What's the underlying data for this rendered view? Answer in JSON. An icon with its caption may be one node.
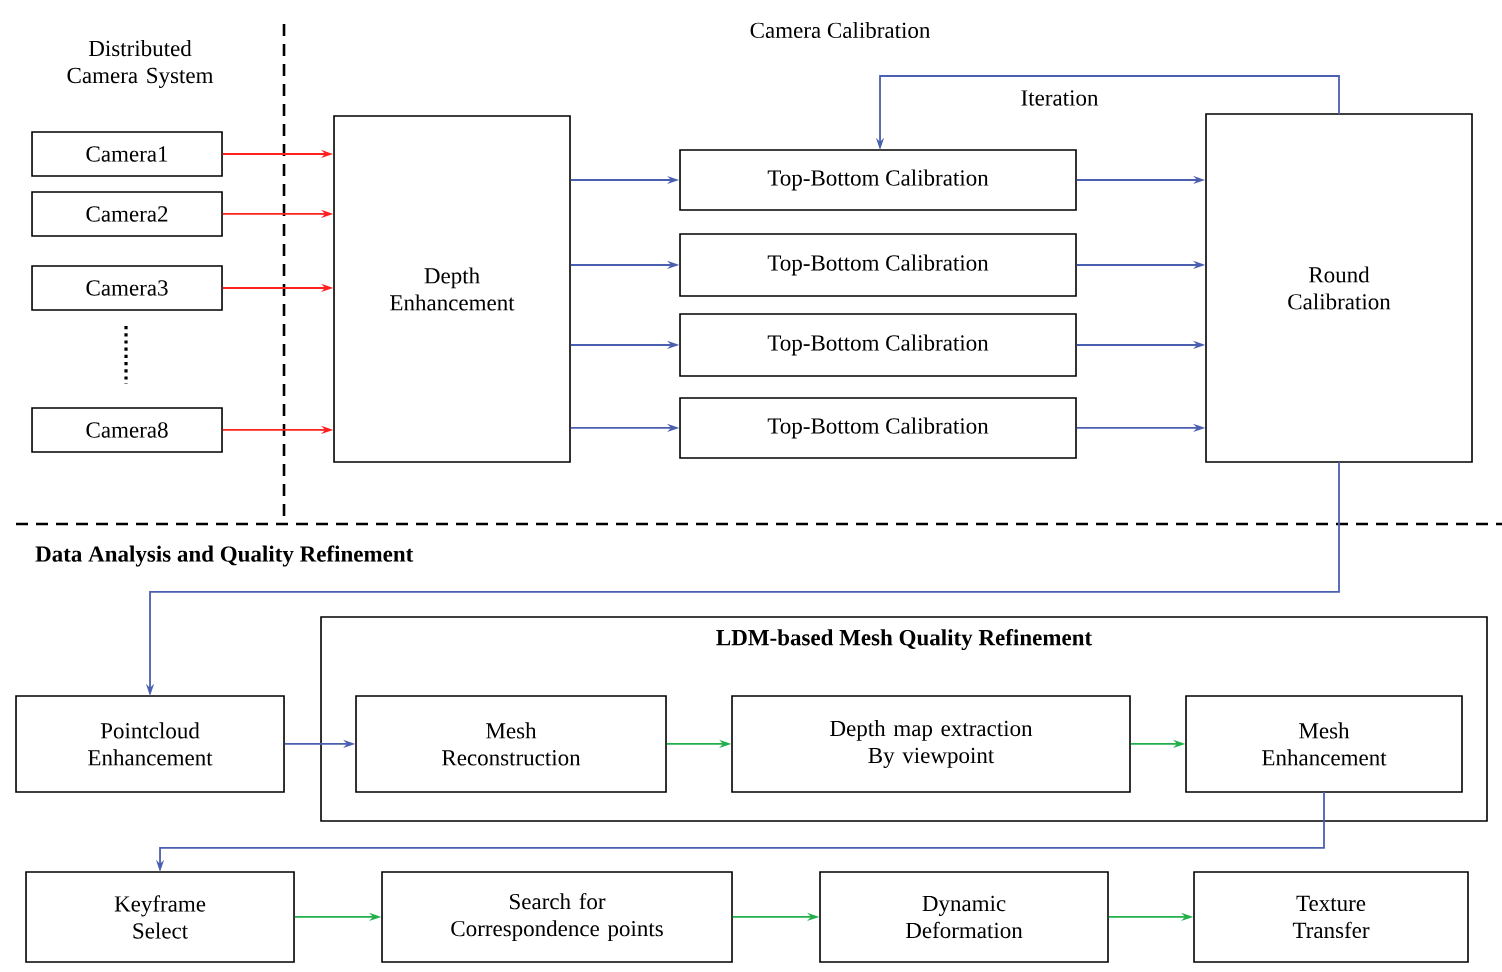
{
  "diagram": {
    "nodes": [
      {
        "text": [
          "Camera1"
        ]
      },
      {
        "text": [
          "Camera2"
        ]
      },
      {
        "text": [
          "Camera3"
        ]
      },
      {
        "text": [
          "Camera8"
        ]
      },
      {
        "text": [
          "Depth Enhancement"
        ]
      },
      {
        "text": [
          "Top-Bottom Calibration"
        ]
      },
      {
        "text": [
          "Top-Bottom Calibration"
        ]
      },
      {
        "text": [
          "Top-Bottom Calibration"
        ]
      },
      {
        "text": [
          "Top-Bottom Calibration"
        ]
      },
      {
        "text": [
          "Round Calibration"
        ]
      },
      {
        "text": [
          "Pointcloud Enhancement"
        ]
      },
      {
        "text": [
          "LDM-based Mesh Quality Refinement"
        ]
      },
      {
        "text": [
          "Mesh Reconstruction"
        ],
        "in": 11
      },
      {
        "text": [
          "Depth map extraction By viewpoint"
        ],
        "in": 11
      },
      {
        "text": [
          "Mesh Enhancement"
        ],
        "in": 11
      },
      {
        "text": [
          "Keyframe Select"
        ]
      },
      {
        "text": [
          "Search for Correspondence points"
        ]
      },
      {
        "text": [
          "Dynamic Deformation"
        ]
      },
      {
        "text": [
          "Texture Transfer"
        ]
      }
    ],
    "edges": [
      {
        "from": 0,
        "to": 4,
        "arrow": "to",
        "color": "#ff2020"
      },
      {
        "from": 1,
        "to": 4,
        "arrow": "to",
        "color": "#ff2020"
      },
      {
        "from": 2,
        "to": 4,
        "arrow": "to",
        "color": "#ff2020"
      },
      {
        "from": 3,
        "to": 4,
        "arrow": "to",
        "color": "#ff2020"
      },
      {
        "from": 4,
        "to": 5,
        "arrow": "to"
      },
      {
        "from": 4,
        "to": 6,
        "arrow": "to"
      },
      {
        "from": 4,
        "to": 7,
        "arrow": "to"
      },
      {
        "from": 4,
        "to": 8,
        "arrow": "to"
      },
      {
        "from": 5,
        "to": 9,
        "arrow": "to"
      },
      {
        "from": 6,
        "to": 9,
        "arrow": "to"
      },
      {
        "from": 7,
        "to": 9,
        "arrow": "to"
      },
      {
        "from": 8,
        "to": 9,
        "arrow": "to"
      },
      {
        "from": 9,
        "to": 5,
        "arrow": "to",
        "label": "Iteration"
      },
      {
        "from": 9,
        "to": 10,
        "arrow": "to"
      },
      {
        "from": 10,
        "to": 12,
        "arrow": "to"
      },
      {
        "from": 12,
        "to": 13,
        "arrow": "to",
        "color": "#22b04a"
      },
      {
        "from": 13,
        "to": 14,
        "arrow": "to",
        "color": "#22b04a"
      },
      {
        "from": 14,
        "to": 15,
        "arrow": "to"
      },
      {
        "from": 15,
        "to": 16,
        "arrow": "to",
        "color": "#22b04a"
      },
      {
        "from": 16,
        "to": 17,
        "arrow": "to",
        "color": "#22b04a"
      },
      {
        "from": 17,
        "to": 18,
        "arrow": "to",
        "color": "#22b04a"
      }
    ],
    "labels": [
      "Distributed Camera System",
      "Camera Calibration",
      "Data Analysis and Quality Refinement"
    ]
  }
}
